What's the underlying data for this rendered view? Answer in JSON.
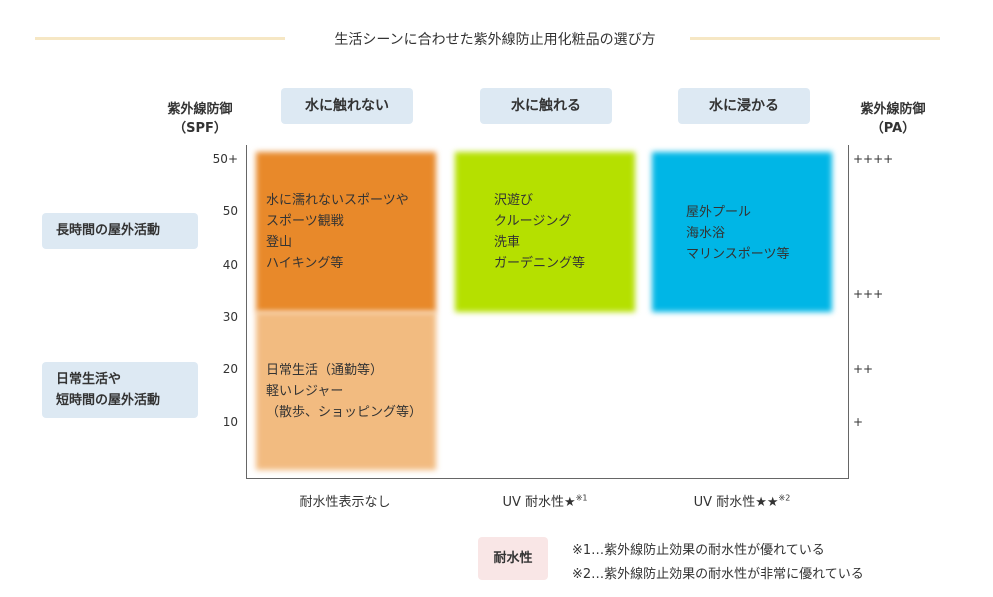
{
  "title": "生活シーンに合わせた紫外線防止用化粧品の選び方",
  "columns": [
    "水に触れない",
    "水に触れる",
    "水に浸かる"
  ],
  "left_axis": {
    "line1": "紫外線防御",
    "line2": "（SPF）",
    "ticks": [
      "50+",
      "50",
      "40",
      "30",
      "20",
      "10"
    ]
  },
  "right_axis": {
    "line1": "紫外線防御",
    "line2": "（PA）",
    "ticks": [
      "++++",
      "+++",
      "++",
      "+"
    ]
  },
  "rows": [
    "長時間の屋外活動",
    "日常生活や",
    "短時間の屋外活動"
  ],
  "blocks": {
    "no_water_high": [
      "水に濡れないスポーツや",
      "スポーツ観戦",
      "登山",
      "ハイキング等"
    ],
    "no_water_low": [
      "日常生活（通勤等）",
      "軽いレジャー",
      "（散歩、ショッピング等）"
    ],
    "touch_water": [
      "沢遊び",
      "クルージング",
      "洗車",
      "ガーデニング等"
    ],
    "in_water": [
      "屋外プール",
      "海水浴",
      "マリンスポーツ等"
    ]
  },
  "colors": {
    "orange": "#e8892a",
    "light_orange": "#f2bb80",
    "green": "#b5e000",
    "blue": "#00b6e6"
  },
  "bottom": {
    "none": "耐水性表示なし",
    "uv1": "UV 耐水性★",
    "uv1_note": "※1",
    "uv2": "UV 耐水性★★",
    "uv2_note": "※2"
  },
  "legend": {
    "label": "耐水性",
    "note1": "※1…紫外線防止効果の耐水性が優れている",
    "note2": "※2…紫外線防止効果の耐水性が非常に優れている"
  }
}
